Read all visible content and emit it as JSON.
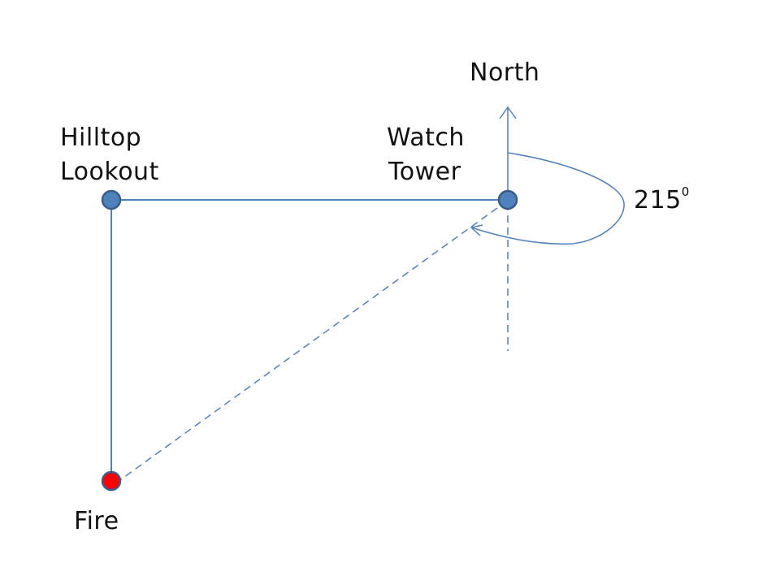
{
  "labels": {
    "north": "North",
    "hilltop_line1": "Hilltop",
    "hilltop_line2": "Lookout",
    "watch_line1": "Watch",
    "watch_line2": "Tower",
    "fire": "Fire",
    "angle_value": "215",
    "angle_degree_mark": "0"
  },
  "colors": {
    "line": "#4F81BD",
    "node_fill": "#4F81BD",
    "node_stroke": "#385D8A",
    "fire_fill": "#FF0000",
    "dashed": "#4F81BD",
    "text": "#111111"
  }
}
